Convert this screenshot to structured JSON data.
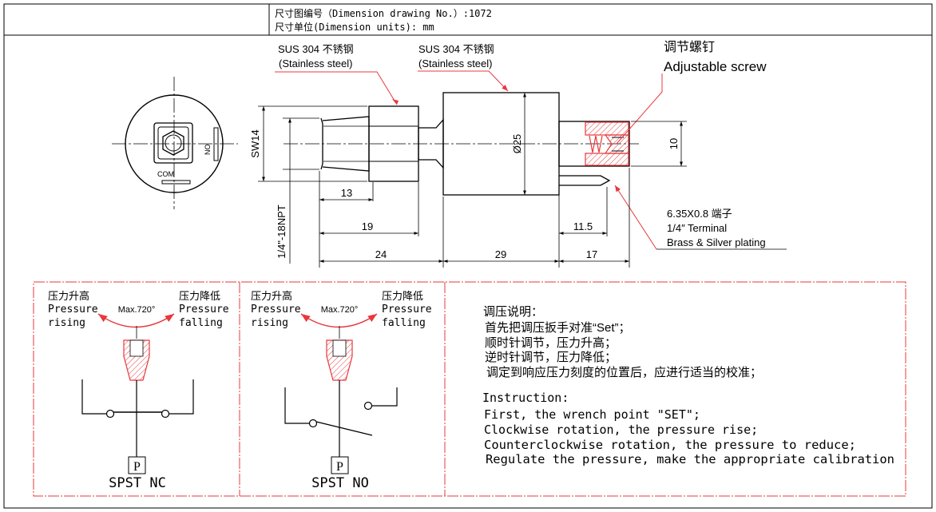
{
  "header": {
    "line1": "尺寸图编号（Dimension drawing No.）:1072",
    "line2": "尺寸单位(Dimension units): mm"
  },
  "materials": {
    "left_cn": "SUS 304 不锈钢",
    "left_en": "(Stainless steel)",
    "right_cn": "SUS 304 不锈钢",
    "right_en": "(Stainless steel)"
  },
  "screw": {
    "cn": "调节螺钉",
    "en": "Adjustable screw"
  },
  "terminal": {
    "line1": "6.35X0.8 端子",
    "line2": "1/4″ Terminal",
    "line3": "Brass & Silver plating"
  },
  "front_view": {
    "no_label": "NO",
    "com_label": "COM"
  },
  "dimensions": {
    "sw": "SW14",
    "thread": "1/4\"-18NPT",
    "d13": "13",
    "d19": "19",
    "d24": "24",
    "d29": "29",
    "d17": "17",
    "d11_5": "11.5",
    "dia25": "Ø25",
    "d10": "10"
  },
  "switch_nc": {
    "rise_cn": "压力升高",
    "rise_en1": "Pressure",
    "rise_en2": "rising",
    "fall_cn": "压力降低",
    "fall_en1": "Pressure",
    "fall_en2": "falling",
    "max": "Max.720°",
    "p": "P",
    "name": "SPST NC"
  },
  "switch_no": {
    "rise_cn": "压力升高",
    "rise_en1": "Pressure",
    "rise_en2": "rising",
    "fall_cn": "压力降低",
    "fall_en1": "Pressure",
    "fall_en2": "falling",
    "max": "Max.720°",
    "p": "P",
    "name": "SPST NO"
  },
  "instructions": {
    "cn_title": "调压说明：",
    "cn_1": "首先把调压扳手对准“Set”；",
    "cn_2": "顺时针调节，压力升高；",
    "cn_3": "逆时针调节，压力降低；",
    "cn_4": "调定到响应压力刻度的位置后，应进行适当的校准；",
    "en_title": "Instruction:",
    "en_1": "First, the wrench point \"SET\";",
    "en_2": "Clockwise rotation, the pressure rise;",
    "en_3": "Counterclockwise rotation, the pressure to reduce;",
    "en_4": "Regulate the pressure, make the appropriate calibration"
  },
  "colors": {
    "line": "#000000",
    "accent": "#e8383d"
  }
}
